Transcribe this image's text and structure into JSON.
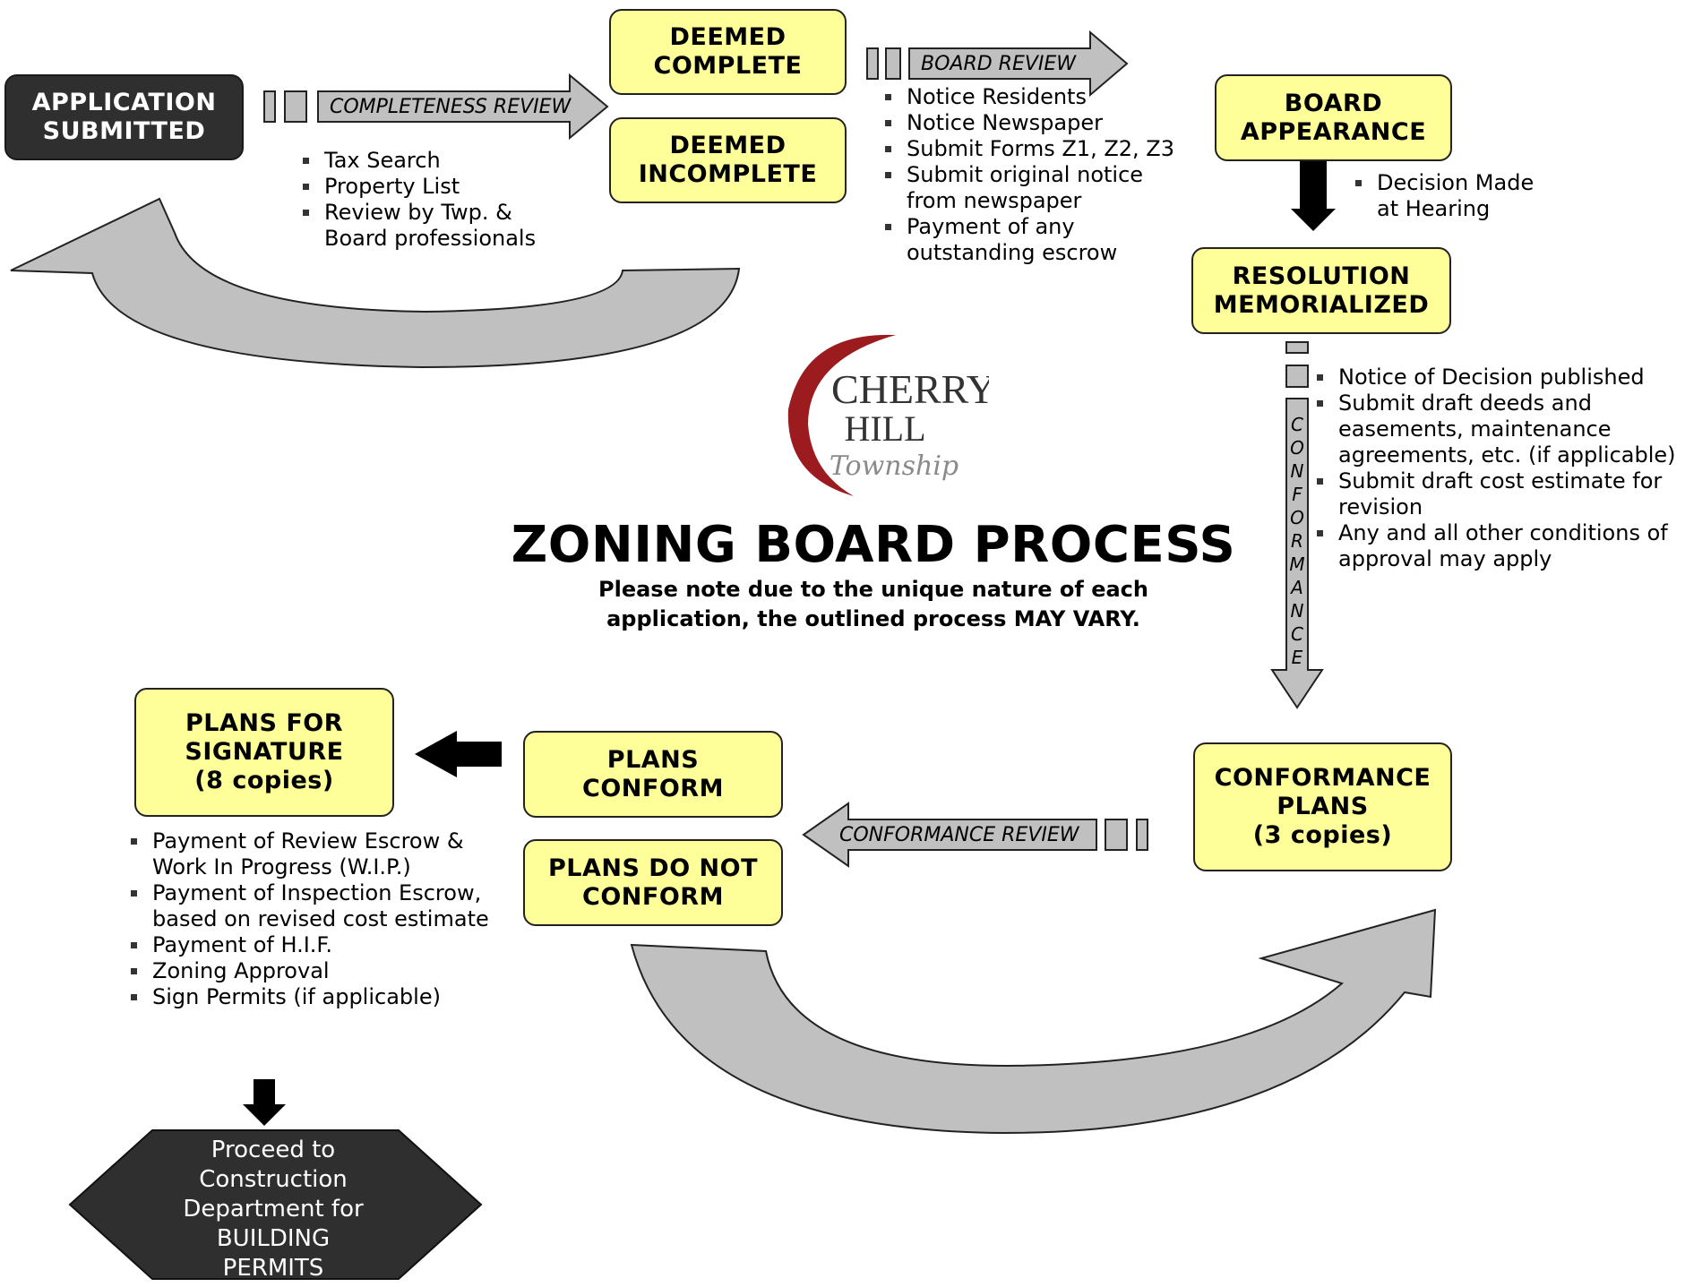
{
  "title": "ZONING BOARD PROCESS",
  "subtitle_lines": [
    "Please note due to the unique nature of each",
    "application, the outlined process MAY VARY."
  ],
  "logo": {
    "line1": "CHERRY",
    "line2": "HILL",
    "script": "Township",
    "accent_color": "#9b1b1e"
  },
  "colors": {
    "box_fill": "#ffff99",
    "dark_fill": "#2f2f2f",
    "arrow_fill": "#c0c0c0",
    "accent": "#9b1b1e"
  },
  "nodes": {
    "application_submitted": [
      "APPLICATION",
      "SUBMITTED"
    ],
    "deemed_complete": [
      "DEEMED",
      "COMPLETE"
    ],
    "deemed_incomplete": [
      "DEEMED",
      "INCOMPLETE"
    ],
    "board_appearance": [
      "BOARD",
      "APPEARANCE"
    ],
    "resolution_memorialized": [
      "RESOLUTION",
      "MEMORIALIZED"
    ],
    "conformance_plans": [
      "CONFORMANCE",
      "PLANS",
      "(3 copies)"
    ],
    "plans_conform": [
      "PLANS",
      "CONFORM"
    ],
    "plans_do_not_conform": [
      "PLANS DO NOT",
      "CONFORM"
    ],
    "plans_for_signature": [
      "PLANS FOR",
      "SIGNATURE",
      "(8 copies)"
    ],
    "final_step": [
      "Proceed to",
      "Construction",
      "Department for",
      "BUILDING",
      "PERMITS"
    ]
  },
  "arrow_labels": {
    "completeness_review": "COMPLETENESS REVIEW",
    "board_review": "BOARD REVIEW",
    "conformance_review": "CONFORMANCE REVIEW",
    "conformance": "CONFORMANCE"
  },
  "lists": {
    "completeness": [
      "Tax Search",
      "Property List",
      "Review by Twp. & Board professionals"
    ],
    "board_review": [
      "Notice Residents",
      "Notice Newspaper",
      "Submit Forms Z1, Z2, Z3",
      "Submit original notice from newspaper",
      "Payment of any outstanding escrow"
    ],
    "board_appearance": [
      "Decision Made at Hearing"
    ],
    "resolution": [
      "Notice of Decision published",
      "Submit draft deeds and easements, maintenance agreements, etc. (if applicable)",
      "Submit draft cost estimate for revision",
      "Any and all other conditions of approval may apply"
    ],
    "signature": [
      "Payment of Review Escrow & Work In Progress (W.I.P.)",
      "Payment of Inspection Escrow, based on revised cost estimate",
      "Payment of H.I.F.",
      "Zoning Approval",
      "Sign Permits (if applicable)"
    ]
  }
}
